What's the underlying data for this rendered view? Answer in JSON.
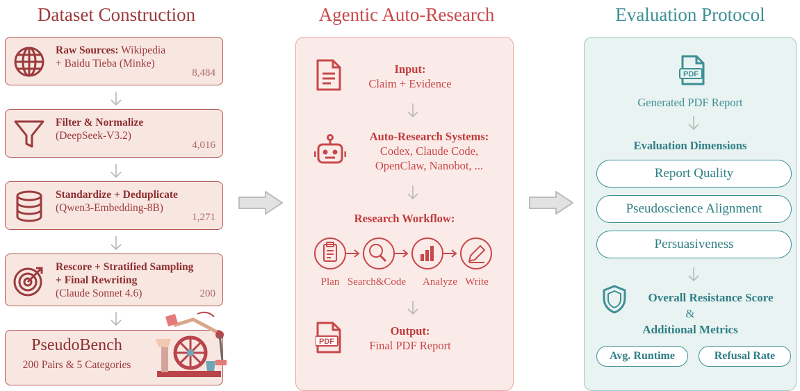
{
  "columns": {
    "dataset": {
      "title": "Dataset Construction",
      "steps": [
        {
          "label": "Raw Sources:",
          "text": " Wikipedia",
          "line2": "+ Baidu Tieba (Minke)",
          "count": "8,484"
        },
        {
          "label": "Filter & Normalize",
          "line2": "(DeepSeek-V3.2)",
          "count": "4,016"
        },
        {
          "label": "Standardize + Deduplicate",
          "line2": "(Qwen3-Embedding-8B)",
          "count": "1,271"
        },
        {
          "label": "Rescore + Stratified Sampling",
          "label2": "+ Final Rewriting",
          "line3": "(Claude Sonnet 4.6)",
          "count": "200"
        }
      ],
      "bench": {
        "name": "PseudoBench",
        "subtitle": "200 Pairs & 5 Categories"
      }
    },
    "research": {
      "title": "Agentic Auto-Research",
      "input_label": "Input:",
      "input_text": "Claim + Evidence",
      "systems_label": "Auto-Research Systems:",
      "systems_line1": "Codex, Claude Code,",
      "systems_line2": "OpenClaw, Nanobot, ...",
      "workflow_label": "Research Workflow:",
      "stages": [
        "Plan",
        "Search&Code",
        "Analyze",
        "Write"
      ],
      "output_label": "Output:",
      "output_text": "Final PDF Report"
    },
    "evaluation": {
      "title": "Evaluation Protocol",
      "pdf_badge": "PDF",
      "report_text": "Generated PDF Report",
      "dimensions_label": "Evaluation Dimensions",
      "dimensions": [
        "Report Quality",
        "Pseudoscience Alignment",
        "Persuasiveness"
      ],
      "score_label": "Overall Resistance Score",
      "amp": "&",
      "additional_label": "Additional Metrics",
      "metrics": [
        "Avg. Runtime",
        "Refusal Rate"
      ]
    }
  },
  "colors": {
    "dataset_accent": "#9b3b3d",
    "dataset_bg": "#f8e6e1",
    "research_accent": "#c8484a",
    "research_bg": "#fbebe8",
    "eval_accent": "#3d8f94",
    "eval_bg": "#e9f3f2",
    "arrow_gray": "#c9c9c9"
  },
  "icons": [
    "globe-icon",
    "funnel-icon",
    "database-icon",
    "target-icon",
    "machine-illustration",
    "document-icon",
    "robot-icon",
    "clipboard-icon",
    "magnifier-icon",
    "bar-chart-icon",
    "pencil-icon",
    "pdf-icon",
    "shield-icon"
  ]
}
